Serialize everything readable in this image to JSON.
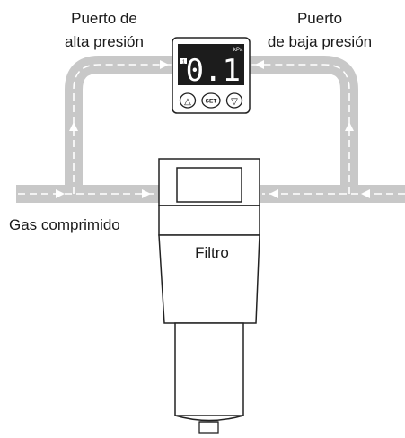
{
  "labels": {
    "high_port_line1": "Puerto de",
    "high_port_line2": "alta presión",
    "low_port_line1": "Puerto",
    "low_port_line2": "de baja presión",
    "gas": "Gas comprimido",
    "filter": "Filtro"
  },
  "gauge": {
    "channel": "1",
    "unit": "kPa",
    "value": "0.1",
    "buttons": {
      "up": "△",
      "set": "SET",
      "down": "▽"
    }
  },
  "colors": {
    "pipe": "#c8c8c8",
    "flow_arrow": "#ffffff",
    "display": "#1c1c1c",
    "outline": "#222222"
  }
}
